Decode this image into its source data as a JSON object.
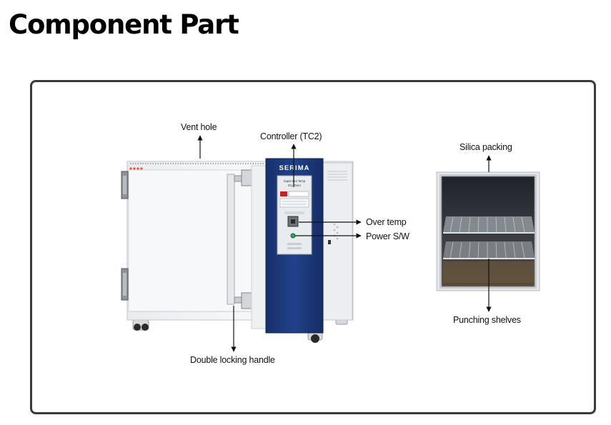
{
  "page": {
    "title": "Component Part"
  },
  "oven": {
    "brand": "SERIMA",
    "controller_line1": "Super Hot Temp",
    "controller_line2": "Dry Oven"
  },
  "callouts": {
    "vent_hole": "Vent hole",
    "controller": "Controller (TC2)",
    "over_temp": "Over temp",
    "power_switch": "Power S/W",
    "double_locking_handle": "Double locking handle",
    "silica_packing": "Silica packing",
    "punching_shelves": "Punching shelves"
  },
  "colors": {
    "panel_blue": "#1e3a78",
    "cabinet": "#f1f2f4",
    "frame_border": "#3a3a3a"
  }
}
